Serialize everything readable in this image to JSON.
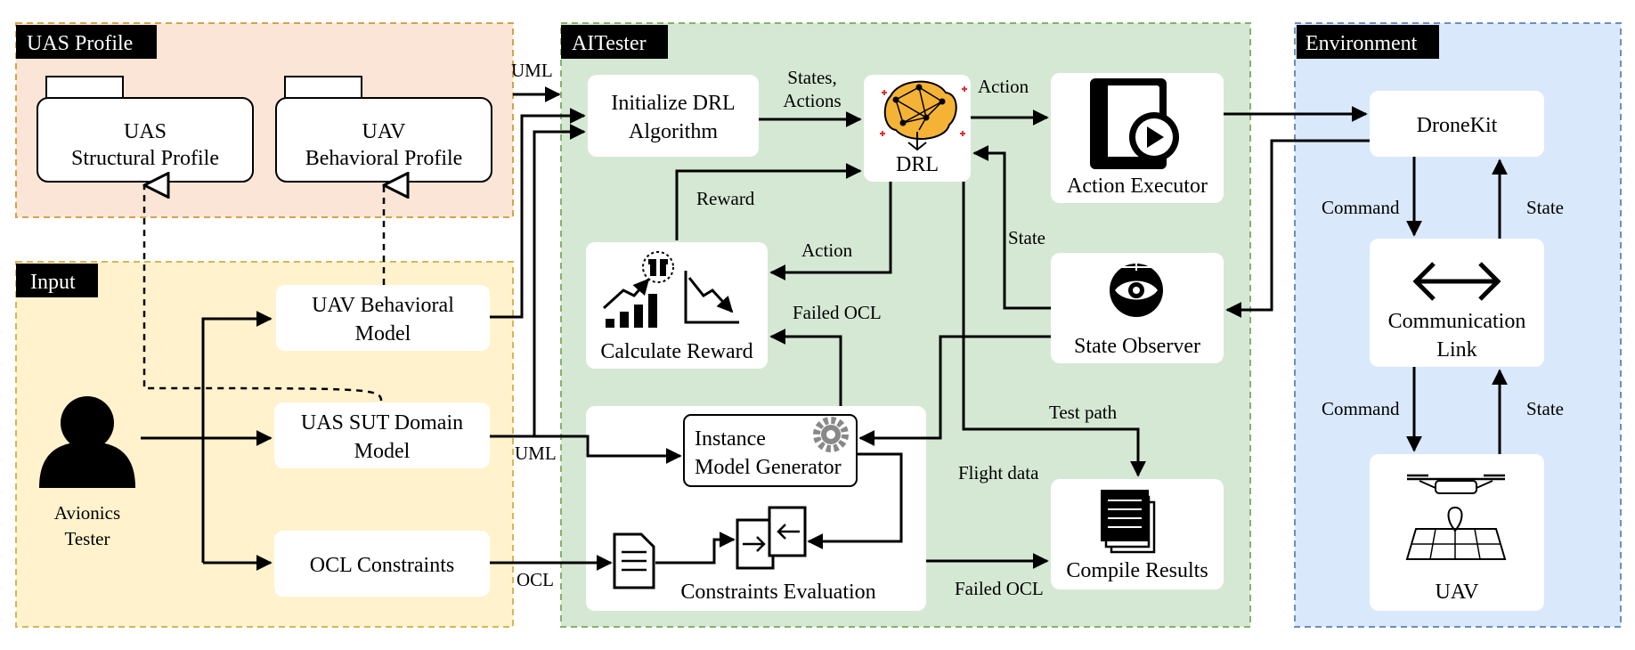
{
  "groups": {
    "uas_profile": "UAS Profile",
    "input": "Input",
    "aitester": "AITester",
    "environment": "Environment"
  },
  "nodes": {
    "uas_structural": [
      "UAS",
      "Structural Profile"
    ],
    "uav_behavioral_profile": [
      "UAV",
      "Behavioral Profile"
    ],
    "uav_behavioral_model": [
      "UAV Behavioral",
      "Model"
    ],
    "uas_sut_domain": [
      "UAS SUT Domain",
      "Model"
    ],
    "ocl_constraints": "OCL Constraints",
    "avionics_tester": [
      "Avionics",
      "Tester"
    ],
    "init_drl": [
      "Initialize DRL",
      "Algorithm"
    ],
    "drl": "DRL",
    "action_executor": "Action Executor",
    "calc_reward": "Calculate Reward",
    "state_observer": "State Observer",
    "instance_generator": [
      "Instance",
      "Model Generator"
    ],
    "constraints_eval": "Constraints Evaluation",
    "compile_results": "Compile Results",
    "dronekit": "DroneKit",
    "comm_link": [
      "Communication",
      "Link"
    ],
    "uav": "UAV"
  },
  "edges": {
    "uml_top": "UML",
    "states_actions": [
      "States,",
      "Actions"
    ],
    "action_drl_exec": "Action",
    "reward": "Reward",
    "action_drl_reward": "Action",
    "state_obs_drl": "State",
    "failed_ocl_reward": "Failed OCL",
    "test_path": "Test path",
    "flight_data": "Flight data",
    "failed_ocl_compile": "Failed OCL",
    "uml_bottom": "UML",
    "ocl": "OCL",
    "command_1": "Command",
    "state_1": "State",
    "command_2": "Command",
    "state_2": "State"
  },
  "colors": {
    "uas_profile_fill": "#fbe5d6",
    "uas_profile_border": "#d6a24a",
    "input_fill": "#fff2cc",
    "input_border": "#d6b656",
    "aitester_fill": "#d5e8d4",
    "aitester_border": "#82b366",
    "environment_fill": "#dae8fc",
    "environment_border": "#6c8ebf",
    "tag_fill": "#000000",
    "line": "#000000",
    "drl_orange": "#f5b335",
    "drl_red": "#e03030",
    "gear_gray": "#888888"
  },
  "icons": [
    "uml-package-icon",
    "inheritance-triangle-icon",
    "person-icon",
    "neural-network-icon",
    "play-book-icon",
    "reward-chart-icon",
    "eye-observer-icon",
    "gear-icon",
    "document-icon",
    "compare-icon",
    "files-stack-icon",
    "bidirectional-arrow-icon",
    "drone-map-icon"
  ]
}
